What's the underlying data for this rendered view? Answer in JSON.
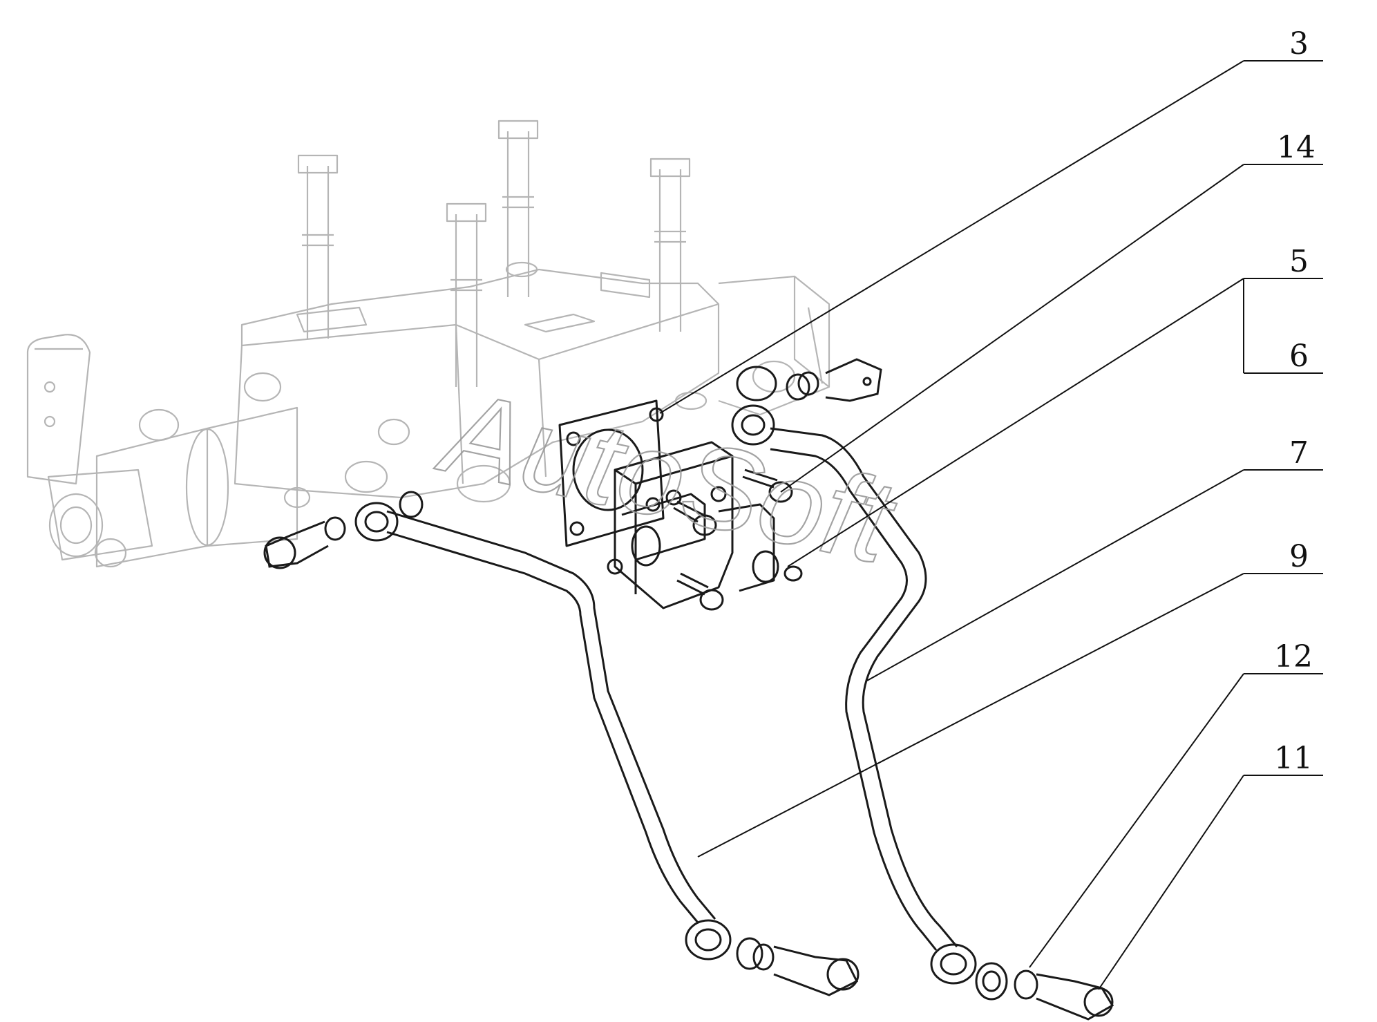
{
  "diagram": {
    "watermark": "AutoSoft",
    "callouts": [
      {
        "label": "3"
      },
      {
        "label": "14"
      },
      {
        "label": "5"
      },
      {
        "label": "6"
      },
      {
        "label": "7"
      },
      {
        "label": "9"
      },
      {
        "label": "12"
      },
      {
        "label": "11"
      }
    ],
    "colors": {
      "line_dark": "#1a1a1a",
      "line_faint": "#b5b5b5",
      "background": "#ffffff"
    }
  }
}
